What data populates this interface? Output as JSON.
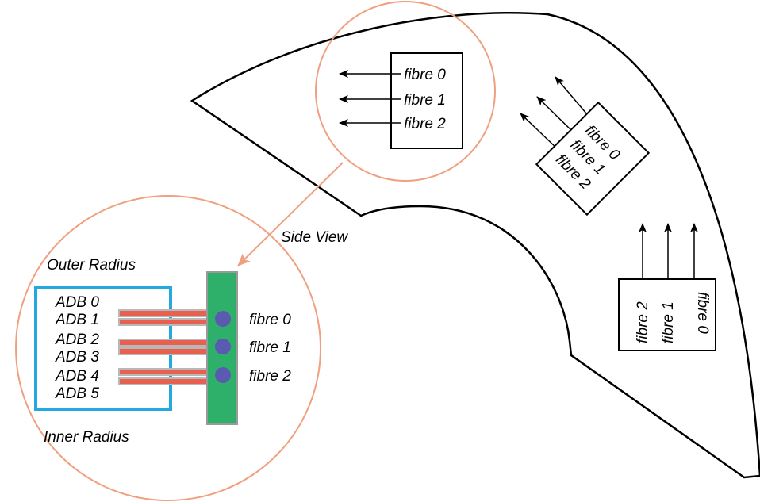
{
  "top_box": {
    "fibres": [
      "fibre 0",
      "fibre 1",
      "fibre 2"
    ]
  },
  "rotated_box": {
    "fibres": [
      "fibre 0",
      "fibre 1",
      "fibre 2"
    ]
  },
  "vertical_box": {
    "fibres": [
      "fibre 0",
      "fibre 1",
      "fibre 2"
    ]
  },
  "side_view": {
    "caption": "Side View",
    "outer_label": "Outer Radius",
    "inner_label": "Inner Radius",
    "adbs": [
      "ADB 0",
      "ADB 1",
      "ADB 2",
      "ADB 3",
      "ADB 4",
      "ADB 5"
    ],
    "fibres": [
      "fibre 0",
      "fibre 1",
      "fibre 2"
    ]
  },
  "colors": {
    "zoom_circle": "#F0A080",
    "zoom_arrow": "#F0A080",
    "adb_outline": "#22AAE0",
    "board": "#2EB06A",
    "board_edge": "#9A9A9A",
    "connector": "#5A5AB0",
    "ribbon": "#E86050",
    "ribbon_edge": "#B8B8B8"
  }
}
